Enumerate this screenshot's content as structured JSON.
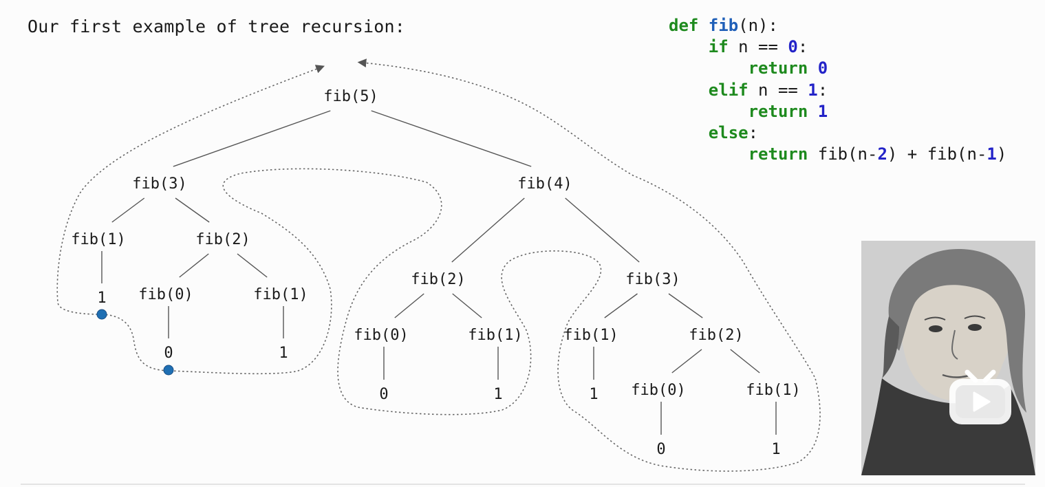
{
  "slide": {
    "title": "Our first example of tree recursion:"
  },
  "code": {
    "lines": [
      [
        {
          "t": "def ",
          "c": "kw"
        },
        {
          "t": "fib",
          "c": "fn"
        },
        {
          "t": "(n):",
          "c": "plain"
        }
      ],
      [
        {
          "t": "    ",
          "c": "plain"
        },
        {
          "t": "if",
          "c": "kw"
        },
        {
          "t": " n == ",
          "c": "plain"
        },
        {
          "t": "0",
          "c": "num"
        },
        {
          "t": ":",
          "c": "plain"
        }
      ],
      [
        {
          "t": "        ",
          "c": "plain"
        },
        {
          "t": "return",
          "c": "kw"
        },
        {
          "t": " ",
          "c": "plain"
        },
        {
          "t": "0",
          "c": "num"
        }
      ],
      [
        {
          "t": "    ",
          "c": "plain"
        },
        {
          "t": "elif",
          "c": "kw"
        },
        {
          "t": " n == ",
          "c": "plain"
        },
        {
          "t": "1",
          "c": "num"
        },
        {
          "t": ":",
          "c": "plain"
        }
      ],
      [
        {
          "t": "        ",
          "c": "plain"
        },
        {
          "t": "return",
          "c": "kw"
        },
        {
          "t": " ",
          "c": "plain"
        },
        {
          "t": "1",
          "c": "num"
        }
      ],
      [
        {
          "t": "    ",
          "c": "plain"
        },
        {
          "t": "else",
          "c": "kw"
        },
        {
          "t": ":",
          "c": "plain"
        }
      ],
      [
        {
          "t": "        ",
          "c": "plain"
        },
        {
          "t": "return",
          "c": "kw"
        },
        {
          "t": " fib(n-",
          "c": "plain"
        },
        {
          "t": "2",
          "c": "num"
        },
        {
          "t": ") + fib(n-",
          "c": "plain"
        },
        {
          "t": "1",
          "c": "num"
        },
        {
          "t": ")",
          "c": "plain"
        }
      ]
    ]
  },
  "tree": {
    "nodes": [
      {
        "id": "n5",
        "label": "fib(5)"
      },
      {
        "id": "n3a",
        "label": "fib(3)"
      },
      {
        "id": "n4",
        "label": "fib(4)"
      },
      {
        "id": "n1a",
        "label": "fib(1)"
      },
      {
        "id": "n2a",
        "label": "fib(2)"
      },
      {
        "id": "v1a",
        "label": "1"
      },
      {
        "id": "n0a",
        "label": "fib(0)"
      },
      {
        "id": "n1b",
        "label": "fib(1)"
      },
      {
        "id": "v0a",
        "label": "0"
      },
      {
        "id": "v1b",
        "label": "1"
      },
      {
        "id": "n2b",
        "label": "fib(2)"
      },
      {
        "id": "n3b",
        "label": "fib(3)"
      },
      {
        "id": "n0b",
        "label": "fib(0)"
      },
      {
        "id": "n1c",
        "label": "fib(1)"
      },
      {
        "id": "v0b",
        "label": "0"
      },
      {
        "id": "v1c",
        "label": "1"
      },
      {
        "id": "n1d",
        "label": "fib(1)"
      },
      {
        "id": "n2c",
        "label": "fib(2)"
      },
      {
        "id": "v1d",
        "label": "1"
      },
      {
        "id": "n0c",
        "label": "fib(0)"
      },
      {
        "id": "n1e",
        "label": "fib(1)"
      },
      {
        "id": "v0c",
        "label": "0"
      },
      {
        "id": "v1e",
        "label": "1"
      }
    ],
    "edges": [
      [
        "n5",
        "n3a"
      ],
      [
        "n5",
        "n4"
      ],
      [
        "n3a",
        "n1a"
      ],
      [
        "n3a",
        "n2a"
      ],
      [
        "n1a",
        "v1a"
      ],
      [
        "n2a",
        "n0a"
      ],
      [
        "n2a",
        "n1b"
      ],
      [
        "n0a",
        "v0a"
      ],
      [
        "n1b",
        "v1b"
      ],
      [
        "n4",
        "n2b"
      ],
      [
        "n4",
        "n3b"
      ],
      [
        "n2b",
        "n0b"
      ],
      [
        "n2b",
        "n1c"
      ],
      [
        "n0b",
        "v0b"
      ],
      [
        "n1c",
        "v1c"
      ],
      [
        "n3b",
        "n1d"
      ],
      [
        "n3b",
        "n2c"
      ],
      [
        "n1d",
        "v1d"
      ],
      [
        "n2c",
        "n0c"
      ],
      [
        "n2c",
        "n1e"
      ],
      [
        "n0c",
        "v0c"
      ],
      [
        "n1e",
        "v1e"
      ]
    ],
    "visited_markers": [
      "v1a",
      "v0a"
    ]
  },
  "icons": {
    "portrait": "portrait-illustration-icon",
    "play": "play-badge-icon"
  },
  "colors": {
    "keyword": "#1e8a1e",
    "function_name": "#1f5fb8",
    "number": "#2323c8",
    "marker": "#1f6fb3",
    "badge": "#ffffff"
  }
}
